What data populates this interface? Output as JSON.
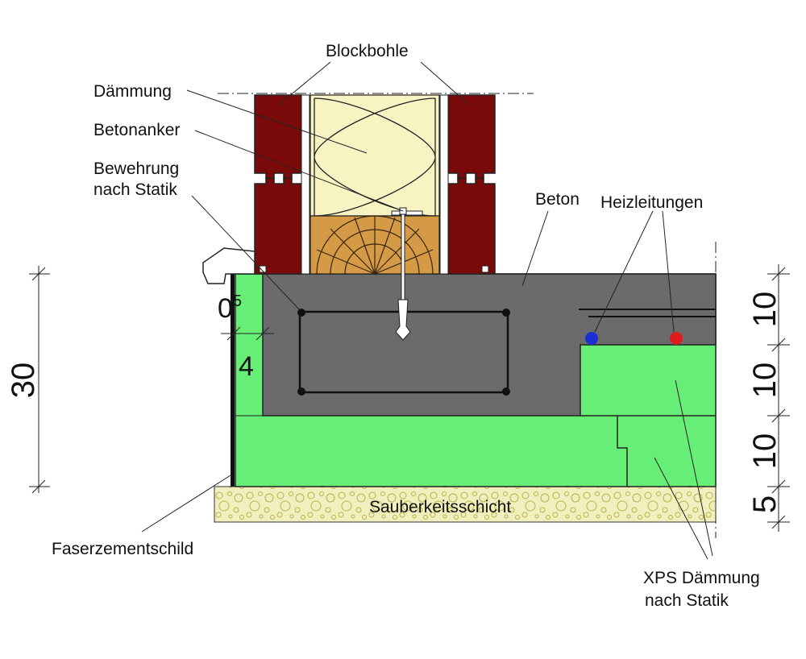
{
  "labels": {
    "blockbohle": "Blockbohle",
    "daemmung": "Dämmung",
    "betonanker": "Betonanker",
    "bewehrung_line1": "Bewehrung",
    "bewehrung_line2": "nach Statik",
    "beton": "Beton",
    "heizleitungen": "Heizleitungen",
    "sauberkeitsschicht": "Sauberkeitsschicht",
    "faserzementschild": "Faserzementschild",
    "xps_line1": "XPS Dämmung",
    "xps_line2": "nach Statik"
  },
  "dimensions": {
    "total": "30",
    "gap_base": "0",
    "gap_exp": "5",
    "shield_insulation": "4",
    "right": [
      "10",
      "10",
      "10",
      "5"
    ]
  },
  "colors": {
    "timber": "#7a0a0a",
    "insulation": "#f7f3c2",
    "wood_block": "#d49a45",
    "concrete": "#6b6b6b",
    "xps": "#66ee77",
    "gravel": "#f2efbe",
    "pipe_flow": "#1a2fd6",
    "pipe_return": "#e01b1b"
  }
}
